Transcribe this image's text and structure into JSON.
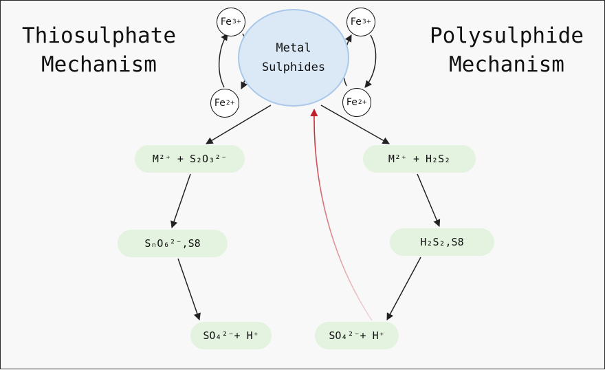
{
  "title_left": {
    "line1": "Thiosulphate",
    "line2": "Mechanism"
  },
  "title_right": {
    "line1": "Polysulphide",
    "line2": "Mechanism"
  },
  "center": {
    "line1": "Metal",
    "line2": "Sulphides"
  },
  "iron": {
    "symbol": "Fe",
    "ferric_charge": "3+",
    "ferrous_charge": "2+"
  },
  "left_chain": [
    "M²⁺ + S₂O₃²⁻",
    "SₙO₆²⁻,S8",
    "SO₄²⁻+ H⁺"
  ],
  "right_chain": [
    "M²⁺ + H₂S₂",
    "H₂S₂,S8",
    "SO₄²⁻+ H⁺"
  ],
  "colors": {
    "arrow": "#222222",
    "recycle_arrow": "#c0202a",
    "node_fill": "#e3f3df",
    "center_fill": "#dbe9f7",
    "center_border": "#a9c8ea"
  }
}
